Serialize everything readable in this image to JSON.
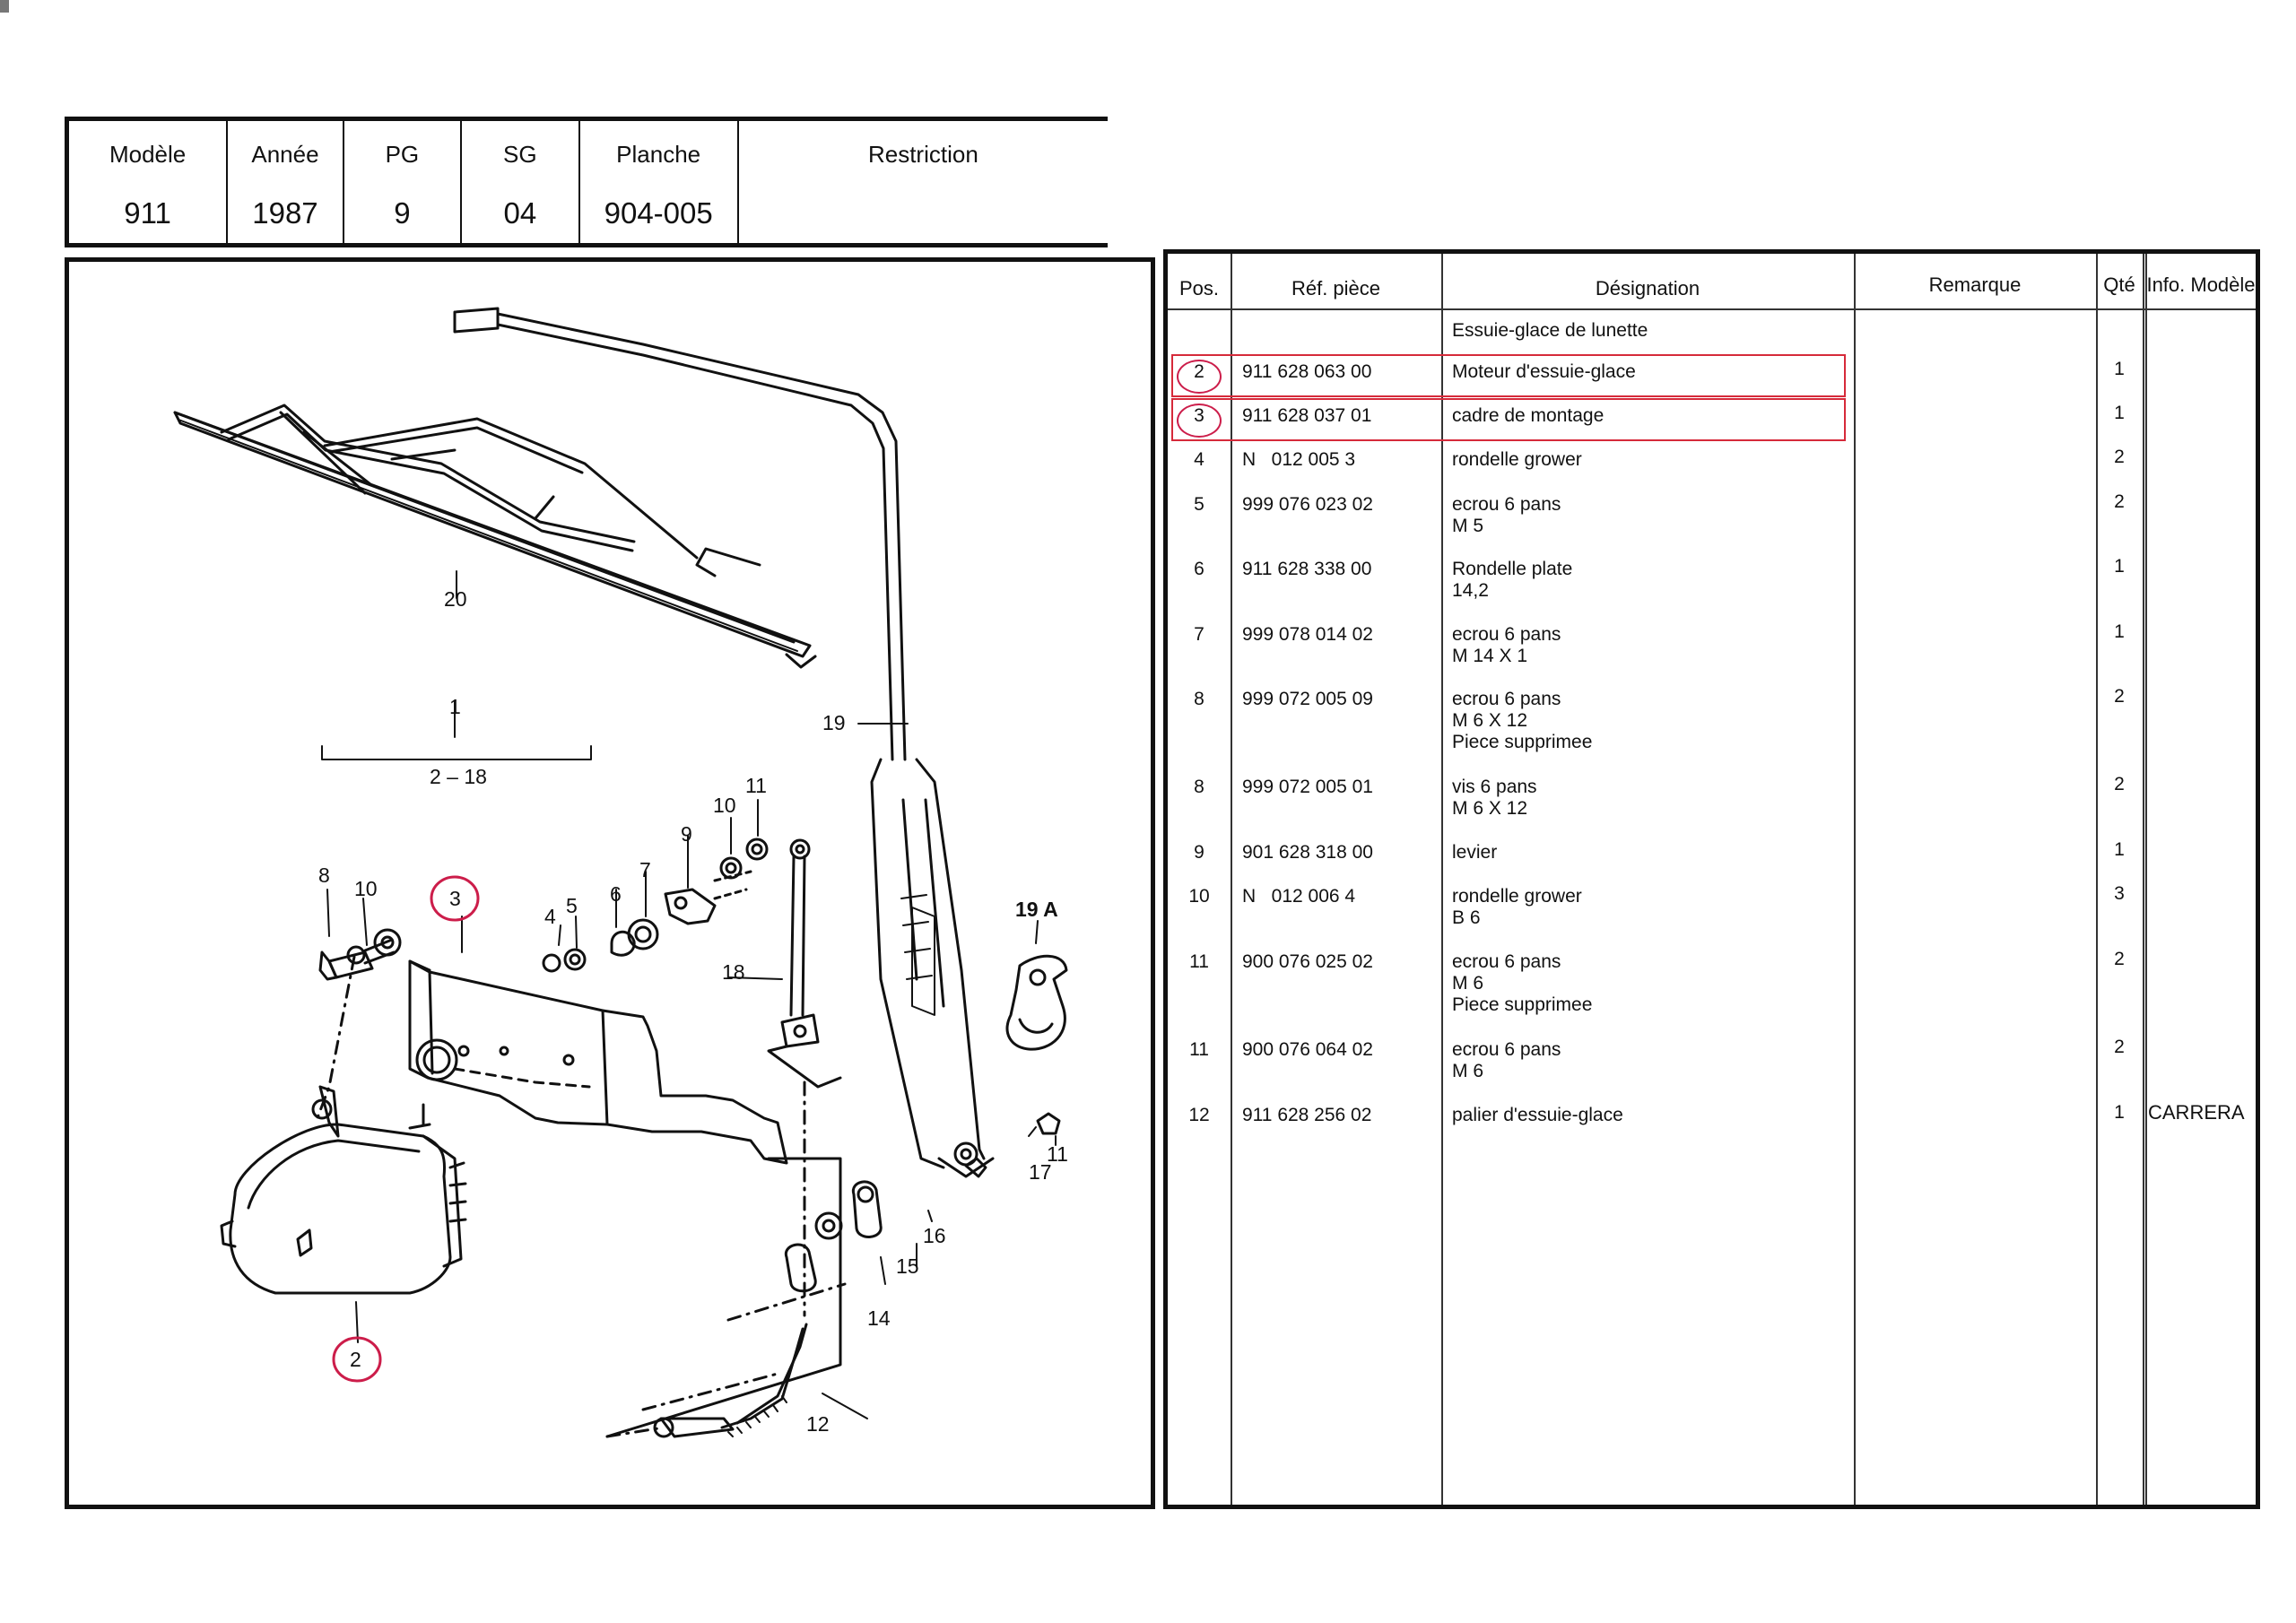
{
  "header": {
    "columns": [
      {
        "label": "Modèle",
        "value": "911"
      },
      {
        "label": "Année",
        "value": "1987"
      },
      {
        "label": "PG",
        "value": "9"
      },
      {
        "label": "SG",
        "value": "04"
      },
      {
        "label": "Planche",
        "value": "904-005"
      },
      {
        "label": "Restriction",
        "value": ""
      }
    ]
  },
  "drawing": {
    "callouts": [
      "20",
      "19",
      "1",
      "2 – 18",
      "8",
      "10",
      "3",
      "4",
      "5",
      "6",
      "7",
      "9",
      "10",
      "11",
      "18",
      "19 A",
      "17",
      "11",
      "16",
      "15",
      "14",
      "12",
      "2"
    ]
  },
  "table": {
    "headers": {
      "pos": "Pos.",
      "ref": "Réf. pièce",
      "designation": "Désignation",
      "remarque": "Remarque",
      "qte": "Qté",
      "info": "Info. Modèle"
    },
    "group_title": "Essuie-glace de lunette",
    "rows": [
      {
        "pos": "2",
        "ref": "911 628 063 00",
        "designation": [
          "Moteur d'essuie-glace"
        ],
        "qte": "1",
        "info": ""
      },
      {
        "pos": "3",
        "ref": "911 628 037 01",
        "designation": [
          "cadre de montage"
        ],
        "qte": "1",
        "info": ""
      },
      {
        "pos": "4",
        "ref": "N   012 005 3",
        "designation": [
          "rondelle grower"
        ],
        "qte": "2",
        "info": ""
      },
      {
        "pos": "5",
        "ref": "999 076 023 02",
        "designation": [
          "ecrou 6 pans",
          "M 5"
        ],
        "qte": "2",
        "info": ""
      },
      {
        "pos": "6",
        "ref": "911 628 338 00",
        "designation": [
          "Rondelle plate",
          "14,2"
        ],
        "qte": "1",
        "info": ""
      },
      {
        "pos": "7",
        "ref": "999 078 014 02",
        "designation": [
          "ecrou 6 pans",
          "M 14 X 1"
        ],
        "qte": "1",
        "info": ""
      },
      {
        "pos": "8",
        "ref": "999 072 005 09",
        "designation": [
          "ecrou 6 pans",
          "M 6 X 12",
          "Piece supprimee"
        ],
        "qte": "2",
        "info": ""
      },
      {
        "pos": "8",
        "ref": "999 072 005 01",
        "designation": [
          "vis 6 pans",
          "M 6 X 12"
        ],
        "qte": "2",
        "info": ""
      },
      {
        "pos": "9",
        "ref": "901 628 318 00",
        "designation": [
          "levier"
        ],
        "qte": "1",
        "info": ""
      },
      {
        "pos": "10",
        "ref": "N   012 006 4",
        "designation": [
          "rondelle grower",
          "B 6"
        ],
        "qte": "3",
        "info": ""
      },
      {
        "pos": "11",
        "ref": "900 076 025 02",
        "designation": [
          "ecrou 6 pans",
          "M 6",
          "Piece supprimee"
        ],
        "qte": "2",
        "info": ""
      },
      {
        "pos": "11",
        "ref": "900 076 064 02",
        "designation": [
          "ecrou 6 pans",
          "M 6"
        ],
        "qte": "2",
        "info": ""
      },
      {
        "pos": "12",
        "ref": "911 628 256 02",
        "designation": [
          "palier d'essuie-glace"
        ],
        "qte": "1",
        "info": "CARRERA"
      }
    ]
  },
  "colors": {
    "highlight": "#d62a3a",
    "ink": "#111111"
  }
}
